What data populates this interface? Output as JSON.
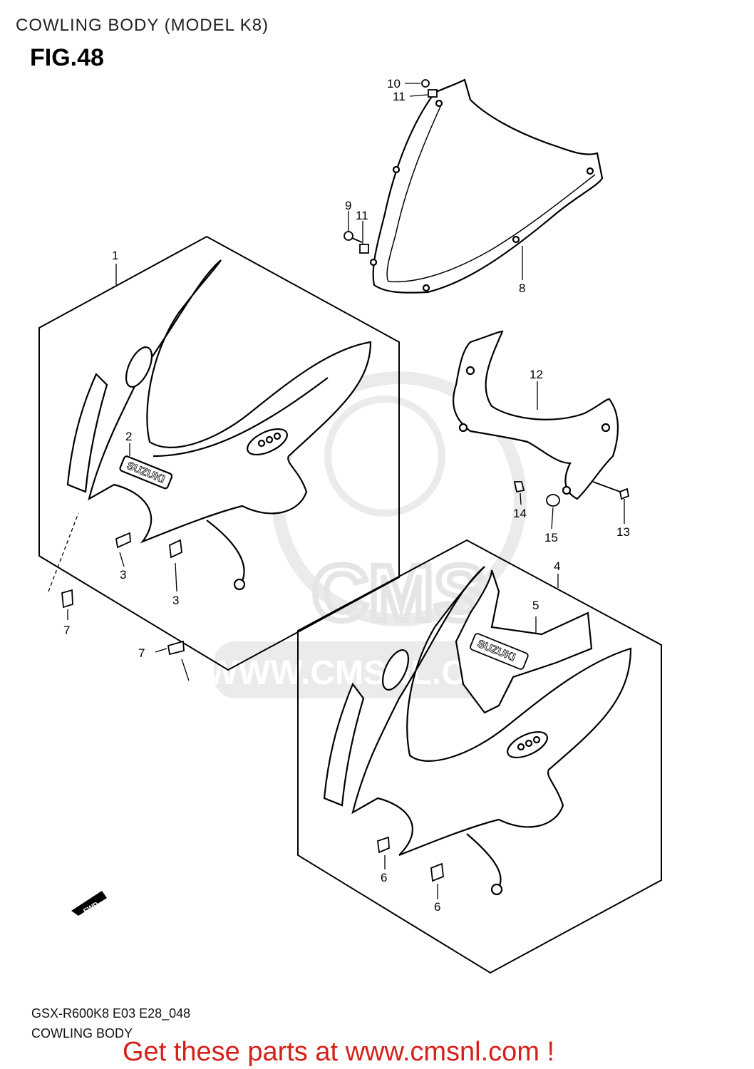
{
  "header": {
    "title": "COWLING BODY (MODEL K8)",
    "figure": "FIG.48"
  },
  "footer": {
    "model_code": "GSX-R600K8 E03 E28_048",
    "section_name": "COWLING BODY",
    "promo": "Get these parts at www.cmsnl.com !"
  },
  "callouts": [
    "1",
    "2",
    "3",
    "3",
    "4",
    "5",
    "6",
    "6",
    "7",
    "7",
    "8",
    "9",
    "10",
    "11",
    "11",
    "12",
    "13",
    "14",
    "15"
  ],
  "decals": {
    "brand_text": "SUZUKI",
    "direction_text": "FWD"
  },
  "watermark": {
    "text": "WWW.CMSNL.COM",
    "logo_text": "CMS"
  },
  "colors": {
    "line": "#000000",
    "promo": "#d4221b",
    "watermark": "#dcdcdc"
  }
}
